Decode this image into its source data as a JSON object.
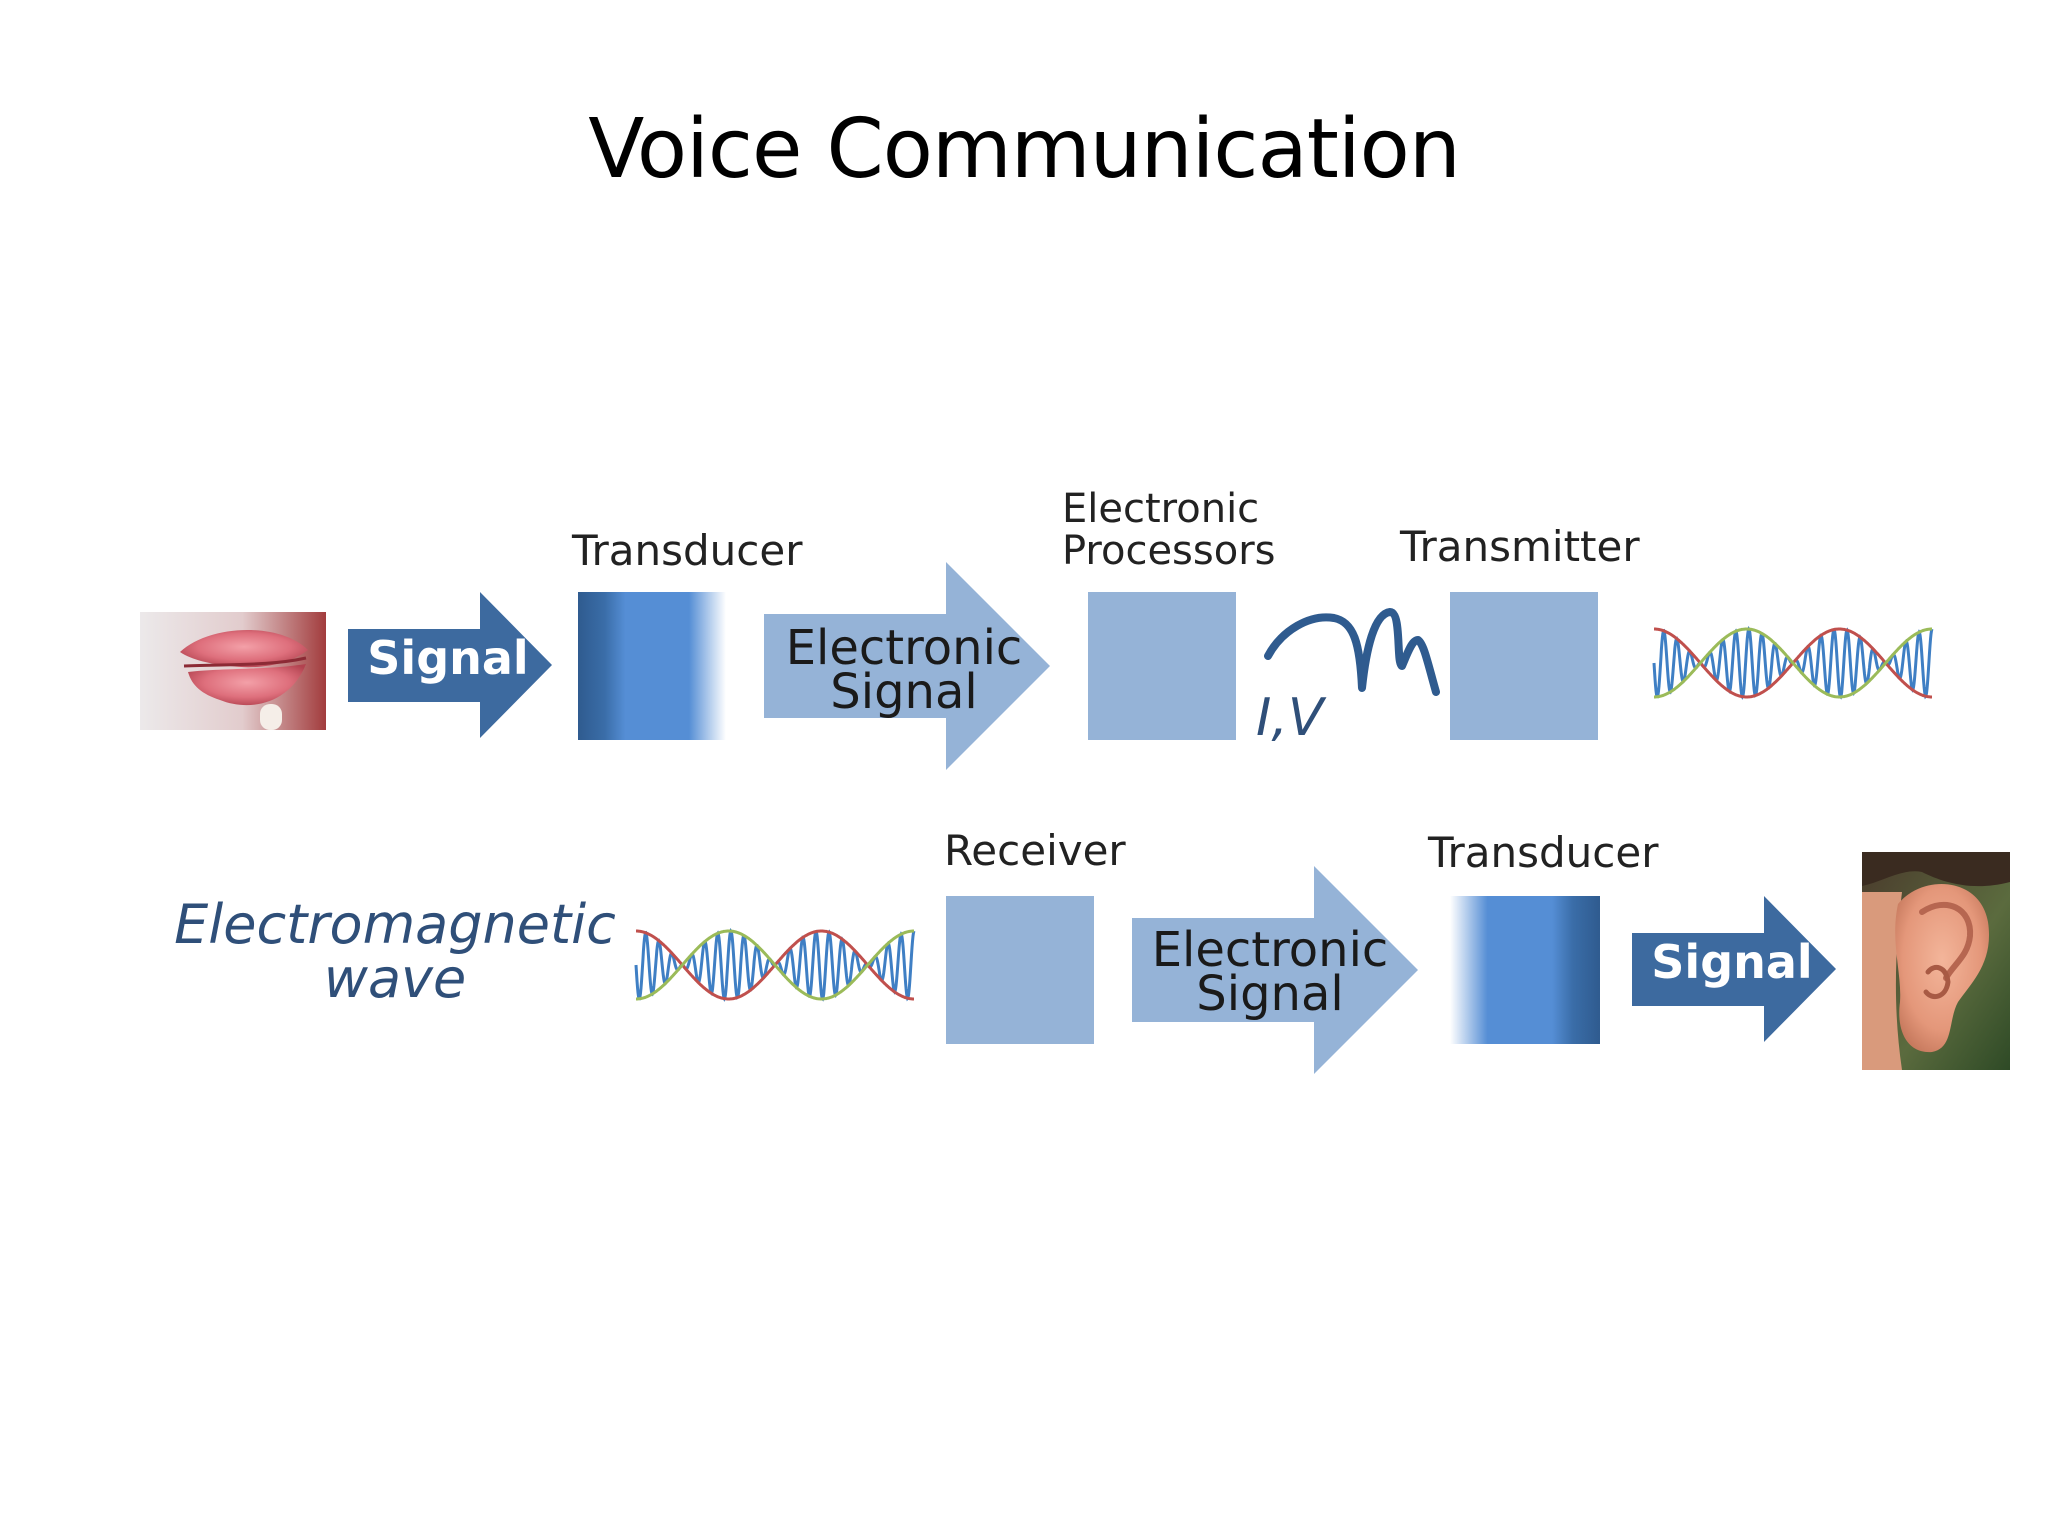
{
  "title": "Voice Communication",
  "row1": {
    "mouth": {
      "icon": "mouth-photo"
    },
    "signal_arrow": {
      "label": "Signal"
    },
    "transducer": {
      "label": "Transducer"
    },
    "electronic_signal_arrow": {
      "line1": "Electronic",
      "line2": "Signal"
    },
    "processors": {
      "line1": "Electronic",
      "line2": "Processors"
    },
    "waveform": {
      "label": "I,V"
    },
    "transmitter": {
      "label": "Transmitter"
    },
    "wave": {
      "icon": "sine-wave-icon"
    }
  },
  "row2": {
    "em_wave": {
      "line1": "Electromagnetic",
      "line2": "wave"
    },
    "wave": {
      "icon": "sine-wave-icon"
    },
    "receiver": {
      "label": "Receiver"
    },
    "electronic_signal_arrow": {
      "line1": "Electronic",
      "line2": "Signal"
    },
    "transducer": {
      "label": "Transducer"
    },
    "signal_arrow": {
      "label": "Signal"
    },
    "ear": {
      "icon": "ear-photo"
    }
  },
  "colors": {
    "dark_arrow": "#3d6a9f",
    "light_fill": "#95b3d7",
    "transducer_dark": "#2f5b8f",
    "transducer_mid": "#558ed5",
    "wave_blue": "#3f7fc4",
    "wave_red": "#c0504d",
    "wave_green": "#9bbb59"
  }
}
